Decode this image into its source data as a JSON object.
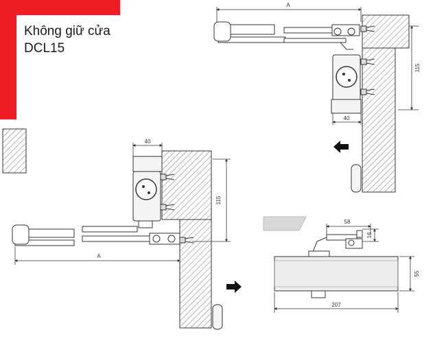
{
  "title": {
    "line1": "Không giữ cửa",
    "line2": "DCL15"
  },
  "dimensions": {
    "top_width": "A",
    "top_height": "115",
    "top_bracket": "40",
    "left_bracket": "40",
    "left_height": "115",
    "left_width": "A",
    "arm_width": "58",
    "arm_height": "16",
    "body_height": "55",
    "body_length": "207"
  },
  "colors": {
    "accent_red": "#ee1c25",
    "line": "#333333",
    "hatch": "#777777",
    "arrow": "#111111",
    "closer_body": "#ededed"
  },
  "icons": {
    "direction_arrow_top": "arrow-left-icon",
    "direction_arrow_bottom": "arrow-right-icon"
  }
}
